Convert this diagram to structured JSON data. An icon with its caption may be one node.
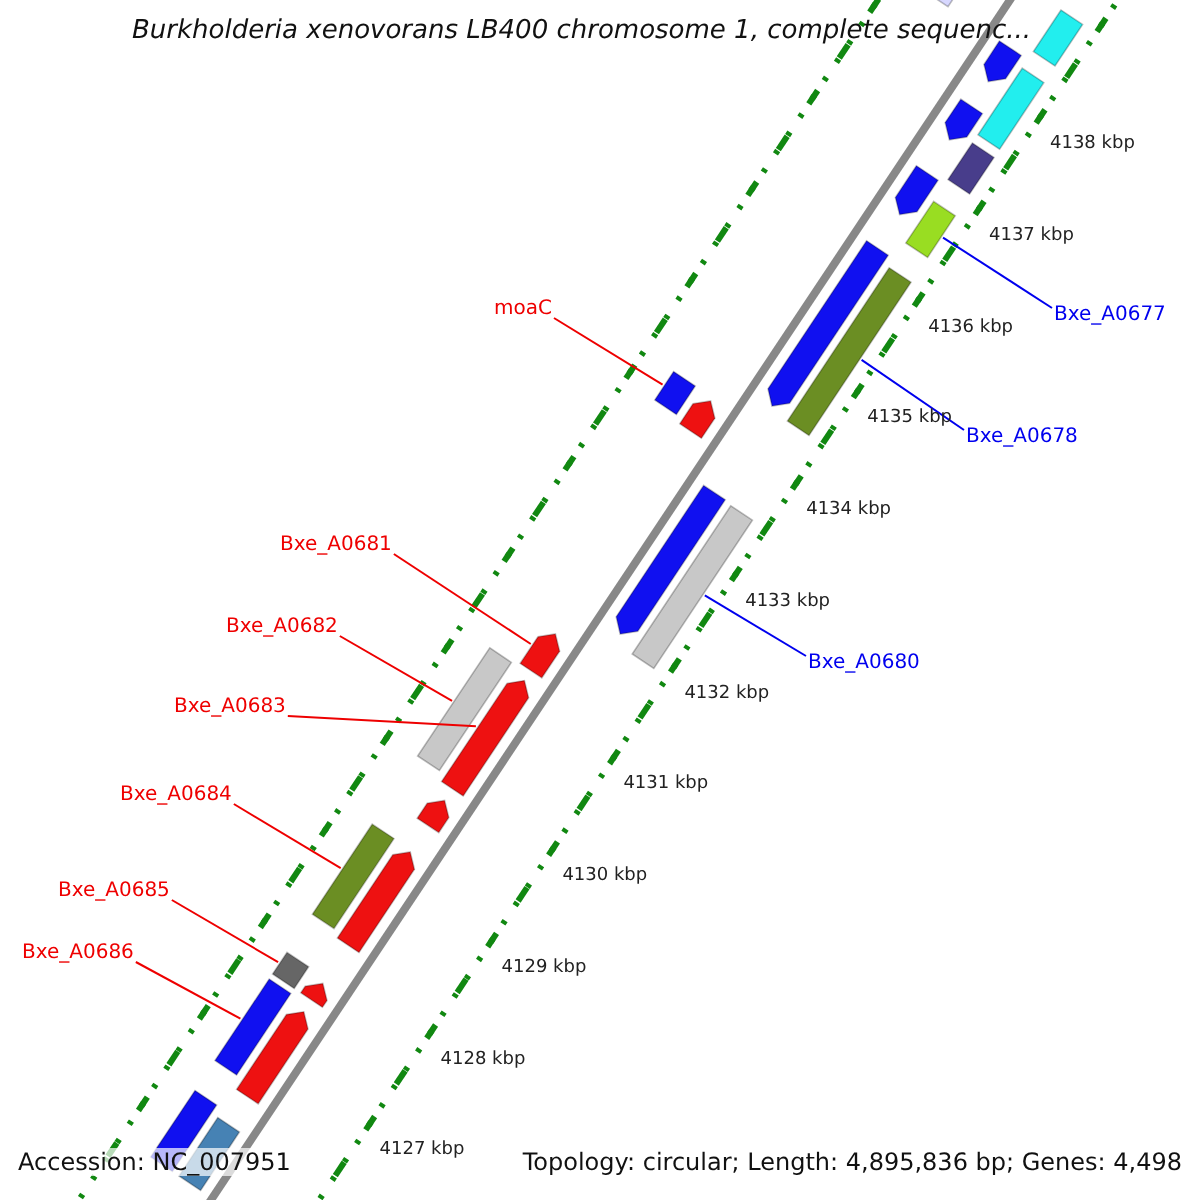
{
  "diagram": {
    "title": "Burkholderia xenovorans LB400 chromosome 1, complete sequenc...",
    "nodes": [
      {
        "text": [
          "moaC"
        ]
      },
      {
        "text": [
          "Bxe_A0677"
        ]
      },
      {
        "text": [
          "Bxe_A0678"
        ]
      },
      {
        "text": [
          "Bxe_A0681"
        ]
      },
      {
        "text": [
          "Bxe_A0682"
        ]
      },
      {
        "text": [
          "Bxe_A0680"
        ]
      },
      {
        "text": [
          "Bxe_A0683"
        ]
      },
      {
        "text": [
          "Bxe_A0684"
        ]
      },
      {
        "text": [
          "Bxe_A0685"
        ]
      },
      {
        "text": [
          "Bxe_A0686"
        ]
      },
      {
        "text": [],
        "shape": "bar"
      },
      {
        "text": [],
        "shape": "bar"
      },
      {
        "text": [],
        "shape": "bar"
      },
      {
        "text": [],
        "shape": "bar"
      },
      {
        "text": [],
        "shape": "bar"
      },
      {
        "text": [],
        "shape": "bar"
      },
      {
        "text": [],
        "shape": "bar"
      },
      {
        "text": [],
        "shape": "bar"
      },
      {
        "text": [],
        "shape": "bar"
      },
      {
        "text": [],
        "shape": "bar"
      },
      {
        "text": [],
        "shape": "bar"
      },
      {
        "text": [],
        "shape": "bar"
      },
      {
        "text": [],
        "shape": "bar"
      },
      {
        "text": [],
        "shape": "bar"
      },
      {
        "text": [],
        "shape": "bar"
      },
      {
        "text": [],
        "shape": "bar"
      },
      {
        "text": [],
        "shape": "bar"
      },
      {
        "text": [],
        "shape": "bar"
      },
      {
        "text": [],
        "shape": "bar"
      },
      {
        "text": [],
        "shape": "bar"
      },
      {
        "text": [],
        "shape": "bar"
      },
      {
        "text": [],
        "shape": "bar"
      },
      {
        "text": [],
        "shape": "bar"
      },
      {
        "text": [],
        "shape": "bar"
      },
      {
        "text": [],
        "shape": "bar"
      },
      {
        "text": [],
        "shape": "bar"
      }
    ],
    "edges": [
      {
        "from": 0,
        "to": 20,
        "arrow": "none"
      },
      {
        "from": 1,
        "to": 17,
        "arrow": "none",
        "color": "#0000ee"
      },
      {
        "from": 2,
        "to": 19,
        "arrow": "none",
        "color": "#0000ee"
      },
      {
        "from": 3,
        "to": 24,
        "arrow": "none"
      },
      {
        "from": 4,
        "to": 25,
        "arrow": "none"
      },
      {
        "from": 5,
        "to": 23,
        "arrow": "none",
        "color": "#0000ee"
      },
      {
        "from": 6,
        "to": 26,
        "arrow": "none"
      },
      {
        "from": 7,
        "to": 28,
        "arrow": "none"
      },
      {
        "from": 8,
        "to": 30,
        "arrow": "none"
      },
      {
        "from": 9,
        "to": 32,
        "arrow": "none"
      }
    ],
    "labels": [
      "4138 kbp",
      "4137 kbp",
      "4136 kbp",
      "4135 kbp",
      "4134 kbp",
      "4133 kbp",
      "4132 kbp",
      "4131 kbp",
      "4130 kbp",
      "4129 kbp",
      "4128 kbp",
      "4127 kbp",
      "Accession: NC_007951",
      "Topology: circular; Length: 4,895,836 bp; Genes: 4,498"
    ]
  }
}
